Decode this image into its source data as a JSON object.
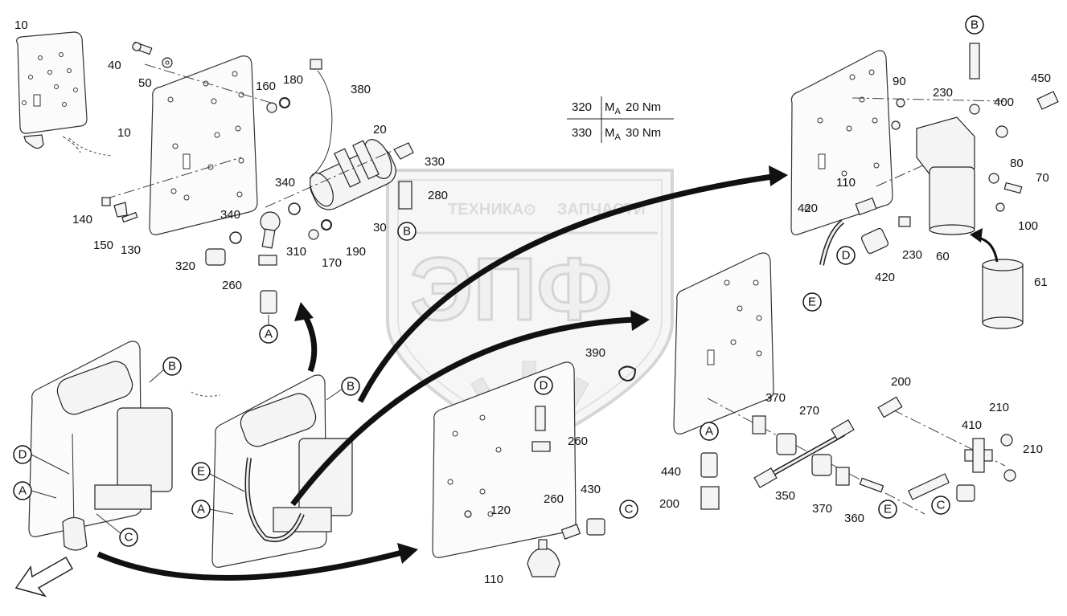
{
  "watermark": {
    "top_text_left": "ТЕХНИКА",
    "top_text_right": "ЗАПЧАСТИ",
    "main_text": "ЭПФ"
  },
  "torque_table": [
    {
      "part": "320",
      "spec": "20 Nm"
    },
    {
      "part": "330",
      "spec": "30 Nm"
    }
  ],
  "torque_symbol": "M",
  "torque_subscript": "A",
  "part_labels": {
    "p10a": "10",
    "p10b": "10",
    "p40": "40",
    "p50": "50",
    "p160": "160",
    "p180": "180",
    "p380": "380",
    "p20": "20",
    "p330": "330",
    "p280": "280",
    "p340a": "340",
    "p340b": "340",
    "p30": "30",
    "p190": "190",
    "p170": "170",
    "p310": "310",
    "p320": "320",
    "p260a": "260",
    "p140": "140",
    "p150": "150",
    "p130": "130",
    "p90": "90",
    "p230a": "230",
    "p400": "400",
    "p450": "450",
    "p80": "80",
    "p70": "70",
    "p110a": "110",
    "p420a": "420",
    "p100": "100",
    "p230b": "230",
    "p420b": "420",
    "p60": "60",
    "p61": "61",
    "p390": "390",
    "p260b": "260",
    "p120": "120",
    "p260c": "260",
    "p430": "430",
    "p110b": "110",
    "p370a": "370",
    "p200a": "200",
    "p270": "270",
    "p210a": "210",
    "p410": "410",
    "p210b": "210",
    "p440": "440",
    "p200b": "200",
    "p350": "350",
    "p370b": "370",
    "p360": "360"
  },
  "connection_markers": {
    "a_top": "A",
    "b_top": "B",
    "b_right": "B",
    "d_right": "D",
    "e_right": "E",
    "d_mid": "D",
    "c_mid": "C",
    "a_bottom": "A",
    "e_bottom": "E",
    "c_bottom": "C",
    "b_left1": "B",
    "d_left1": "D",
    "a_left1": "A",
    "c_left1": "C",
    "b_left2": "B",
    "e_left2": "E",
    "a_left2": "A"
  }
}
